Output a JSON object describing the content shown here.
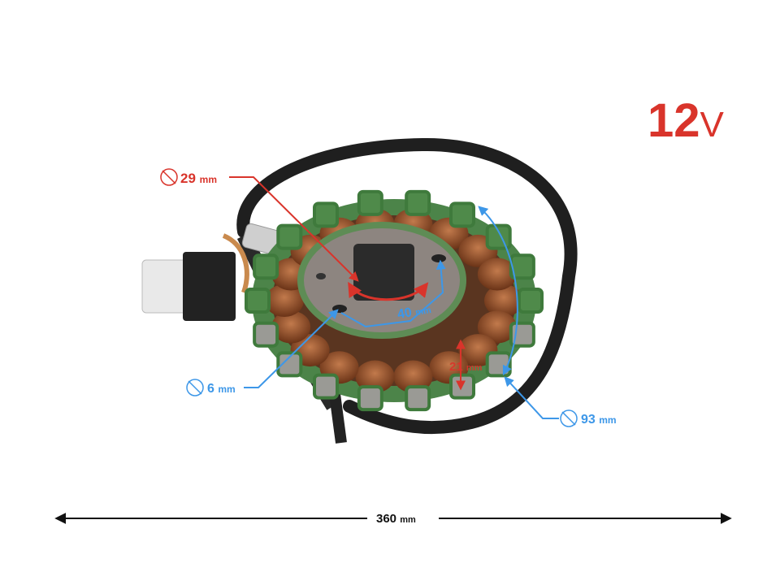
{
  "voltage": {
    "number": "12",
    "unit": "V"
  },
  "dimensions": {
    "inner_diameter": {
      "value": "29",
      "unit": "mm"
    },
    "hole_diameter": {
      "value": "6",
      "unit": "mm"
    },
    "hole_spacing": {
      "value": "40",
      "unit": "mm"
    },
    "coil_height": {
      "value": "21",
      "unit": "mm"
    },
    "outer_diameter": {
      "value": "93",
      "unit": "mm"
    },
    "cable_length": {
      "value": "360",
      "unit": "mm"
    }
  },
  "colors": {
    "red": "#d9342b",
    "blue": "#3d97e8",
    "coil_green": "#4f8a4a",
    "copper": "#8a4a2a",
    "cable": "#1f1f1f"
  }
}
